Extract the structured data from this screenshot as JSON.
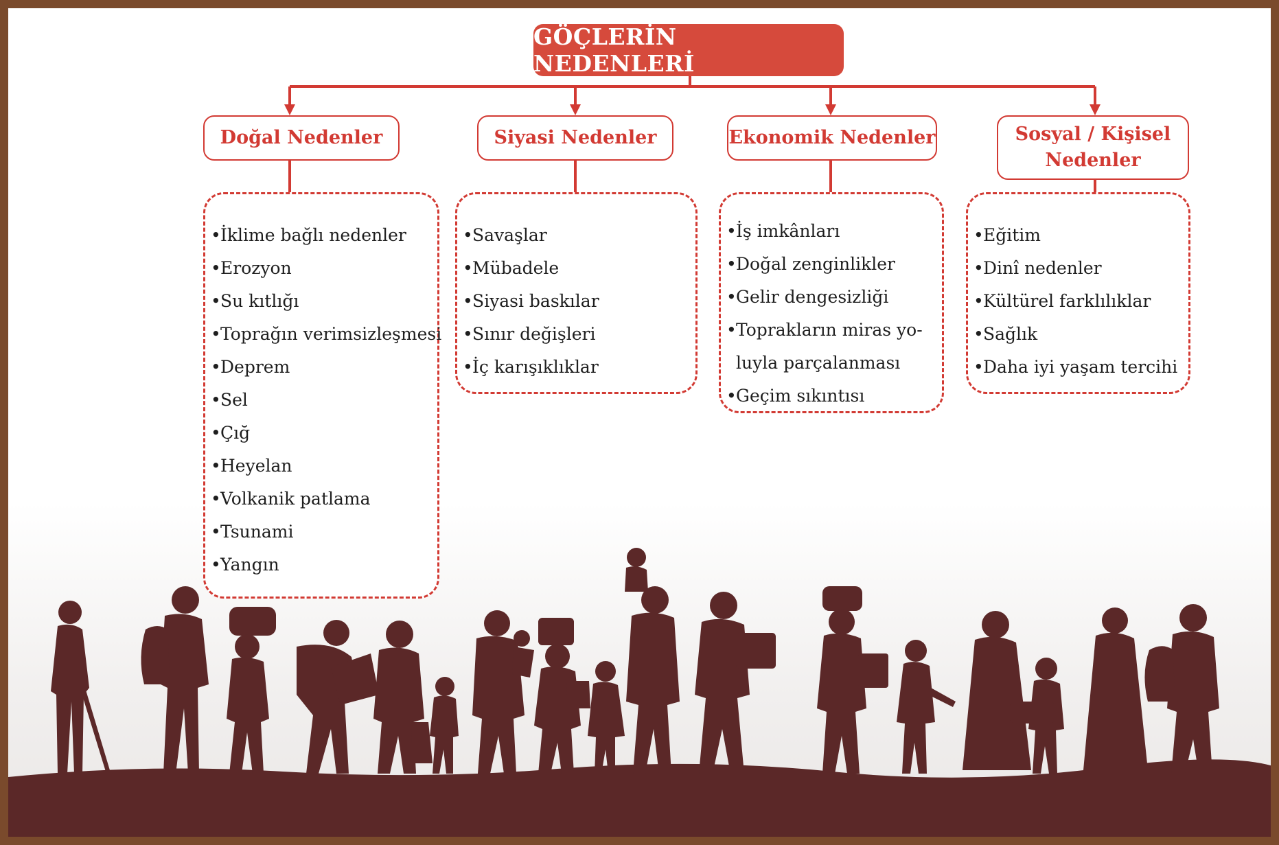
{
  "title": "GÖÇLERİN NEDENLERİ",
  "colors": {
    "accent": "#d23a33",
    "title_fill": "#d64a3c",
    "frame": "#7a4a2c",
    "silhouette": "#5b2828"
  },
  "categories": [
    {
      "label": "Doğal Nedenler",
      "items": [
        "İklime bağlı nedenler",
        "Erozyon",
        "Su kıtlığı",
        "Toprağın verimsizleşmesi",
        "Deprem",
        "Sel",
        "Çığ",
        "Heyelan",
        "Volkanik patlama",
        "Tsunami",
        "Yangın"
      ]
    },
    {
      "label": "Siyasi Nedenler",
      "items": [
        "Savaşlar",
        "Mübadele",
        "Siyasi baskılar",
        "Sınır değişleri",
        "İç karışıklıklar"
      ]
    },
    {
      "label": "Ekonomik Nedenler",
      "items": [
        "İş imkânları",
        "Doğal zenginlikler",
        "Gelir dengesizliği",
        "Toprakların miras yo-",
        "luyla parçalanması",
        "Geçim sıkıntısı"
      ]
    },
    {
      "label_line1": "Sosyal / Kişisel",
      "label_line2": "Nedenler",
      "items": [
        "Eğitim",
        "Dinî nedenler",
        "Kültürel farklılıklar",
        "Sağlık",
        "Daha iyi yaşam tercihi"
      ]
    }
  ]
}
